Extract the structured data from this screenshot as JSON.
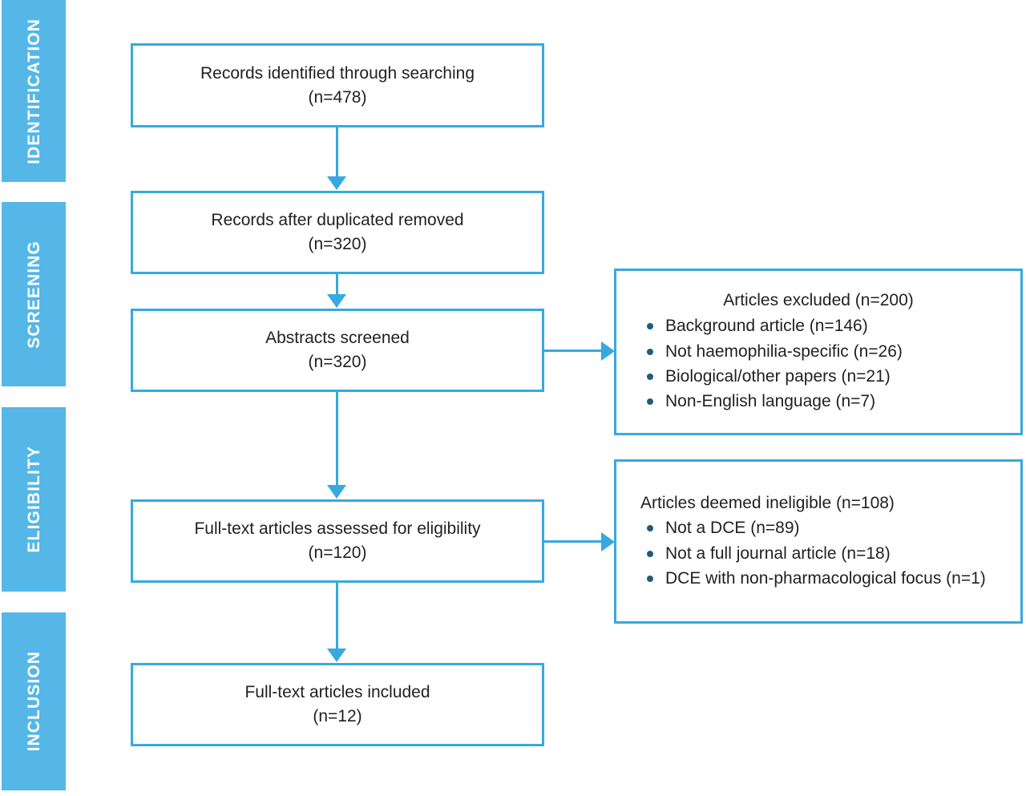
{
  "diagram": {
    "type": "prisma-flow-diagram",
    "accent_color": "#36a9e1",
    "band_color": "#54b7e8",
    "bullet_color": "#1f5c7a",
    "text_color": "#231f20",
    "background": "#ffffff"
  },
  "stages": [
    {
      "label": "IDENTIFICATION"
    },
    {
      "label": "SCREENING"
    },
    {
      "label": "ELIGIBILITY"
    },
    {
      "label": "INCLUSION"
    }
  ],
  "flow_boxes": [
    {
      "name": "records-identified",
      "line1": "Records identified through searching",
      "line2": "(n=478)",
      "count": 478
    },
    {
      "name": "records-after-duplicates",
      "line1": "Records after duplicated removed",
      "line2": "(n=320)",
      "count": 320
    },
    {
      "name": "abstracts-screened",
      "line1": "Abstracts screened",
      "line2": "(n=320)",
      "count": 320
    },
    {
      "name": "full-text-assessed",
      "line1": "Full-text articles assessed for eligibility",
      "line2": "(n=120)",
      "count": 120
    },
    {
      "name": "full-text-included",
      "line1": "Full-text articles included",
      "line2": "(n=12)",
      "count": 12
    }
  ],
  "exclusion_boxes": [
    {
      "name": "articles-excluded",
      "title": "Articles excluded (n=200)",
      "title_align": "center",
      "total": 200,
      "reasons": [
        {
          "label": "Background article (n=146)",
          "count": 146
        },
        {
          "label": "Not haemophilia-specific (n=26)",
          "count": 26
        },
        {
          "label": "Biological/other papers (n=21)",
          "count": 21
        },
        {
          "label": "Non-English language (n=7)",
          "count": 7
        }
      ]
    },
    {
      "name": "articles-ineligible",
      "title": "Articles deemed ineligible (n=108)",
      "title_align": "left",
      "total": 108,
      "reasons": [
        {
          "label": "Not a DCE (n=89)",
          "count": 89
        },
        {
          "label": "Not a full journal article (n=18)",
          "count": 18
        },
        {
          "label": "DCE with non-pharmacological focus (n=1)",
          "count": 1
        }
      ]
    }
  ]
}
